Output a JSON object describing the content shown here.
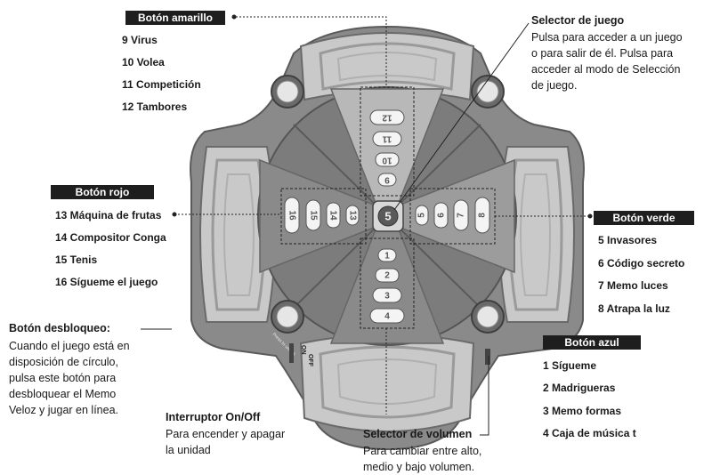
{
  "yellow": {
    "tag": "Botón amarillo",
    "items": [
      "9 Virus",
      "10 Volea",
      "11 Competición",
      "12 Tambores"
    ]
  },
  "red": {
    "tag": "Botón rojo",
    "items": [
      "13 Máquina de frutas",
      "14 Compositor Conga",
      "15 Tenis",
      "16 Sígueme el juego"
    ]
  },
  "green": {
    "tag": "Botón verde",
    "items": [
      "5 Invasores",
      "6 Código secreto",
      "7 Memo luces",
      "8 Atrapa la luz"
    ]
  },
  "blue": {
    "tag": "Botón azul",
    "items": [
      "1 Sígueme",
      "2 Madrigueras",
      "3 Memo formas",
      "4 Caja de música t"
    ]
  },
  "game_selector": {
    "title": "Selector de juego",
    "lines": [
      "Pulsa para acceder a un juego",
      "o para salir de él. Pulsa para",
      "acceder al modo de Selección",
      "de juego."
    ]
  },
  "unlock": {
    "title": "Botón desbloqueo:",
    "lines": [
      "Cuando el juego está en",
      "disposición de círculo,",
      "pulsa este botón para",
      "desbloquear el Memo",
      "Veloz y jugar en línea."
    ]
  },
  "power": {
    "title": "Interruptor On/Off",
    "lines": [
      "Para encender y apagar",
      "la unidad"
    ]
  },
  "volume": {
    "title": "Selector de volumen",
    "lines": [
      "Para cambiar entre alto,",
      "medio y bajo volumen."
    ]
  },
  "device": {
    "top_buttons": [
      "12",
      "11",
      "10",
      "9"
    ],
    "bottom_buttons": [
      "1",
      "2",
      "3",
      "4"
    ],
    "left_buttons": [
      "16",
      "15",
      "14",
      "13"
    ],
    "right_buttons": [
      "5",
      "6",
      "7",
      "8"
    ],
    "center_label": "5",
    "switch_on": "ON",
    "switch_off": "OFF",
    "unlock_label": "Press to unlock"
  }
}
